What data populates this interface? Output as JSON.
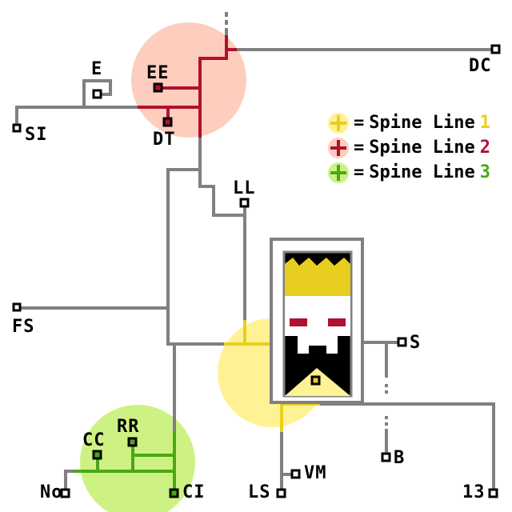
{
  "colors": {
    "line": "#808080",
    "spine1": "#e8cf1f",
    "spine1_bg": "#fff294",
    "spine2": "#b01030",
    "spine2_bg": "#fdcdbd",
    "spine3": "#4aa814",
    "spine3_bg": "#cdf283"
  },
  "nodes": [
    "E",
    "EE",
    "DT",
    "SI",
    "DC",
    "LL",
    "FS",
    "S",
    "B",
    "CC",
    "RR",
    "No",
    "CI",
    "LS",
    "VM",
    "13"
  ],
  "legend": [
    {
      "icon": "spine-yellow-icon",
      "eq": "=",
      "text": "Spine Line",
      "num": "1"
    },
    {
      "icon": "spine-red-icon",
      "eq": "=",
      "text": "Spine Line",
      "num": "2"
    },
    {
      "icon": "spine-green-icon",
      "eq": "=",
      "text": "Spine Line",
      "num": "3"
    }
  ]
}
